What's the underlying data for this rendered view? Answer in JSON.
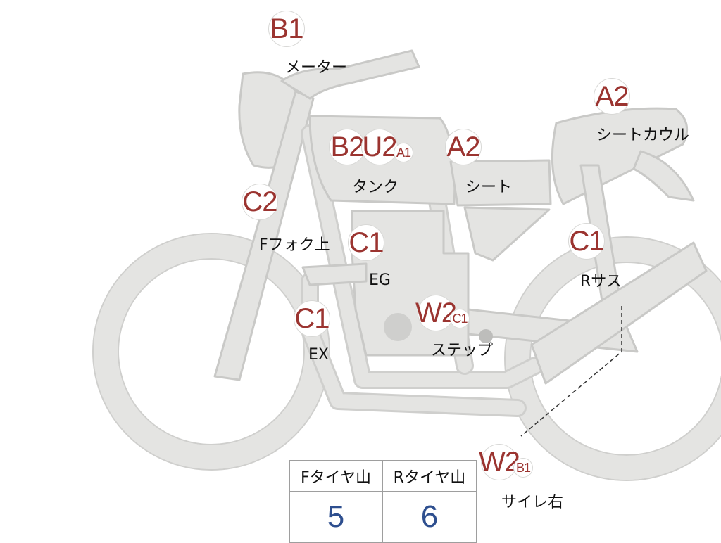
{
  "parts": [
    {
      "id": "meter",
      "grades": [
        "B1"
      ],
      "label": "メーター"
    },
    {
      "id": "tank",
      "grades": [
        "B2",
        "U2",
        "A1"
      ],
      "label": "タンク"
    },
    {
      "id": "seat",
      "grades": [
        "A2"
      ],
      "label": "シート"
    },
    {
      "id": "seat-cowl",
      "grades": [
        "A2"
      ],
      "label": "シートカウル"
    },
    {
      "id": "front-fork-upper",
      "grades": [
        "C2"
      ],
      "label": "Fフォク上"
    },
    {
      "id": "engine",
      "grades": [
        "C1"
      ],
      "label": "EG"
    },
    {
      "id": "rear-suspension",
      "grades": [
        "C1"
      ],
      "label": "Rサス"
    },
    {
      "id": "exhaust",
      "grades": [
        "C1"
      ],
      "label": "EX"
    },
    {
      "id": "step",
      "grades": [
        "W2",
        "C1"
      ],
      "label": "ステップ"
    },
    {
      "id": "muffler-right",
      "grades": [
        "W2",
        "B1"
      ],
      "label": "サイレ右"
    }
  ],
  "tire_table": {
    "headers": [
      "Fタイヤ山",
      "Rタイヤ山"
    ],
    "values": [
      "5",
      "6"
    ]
  },
  "colors": {
    "grade_text": "#9b3430",
    "tire_value_text": "#2e4f8f",
    "body_fill": "#e4e4e2"
  }
}
